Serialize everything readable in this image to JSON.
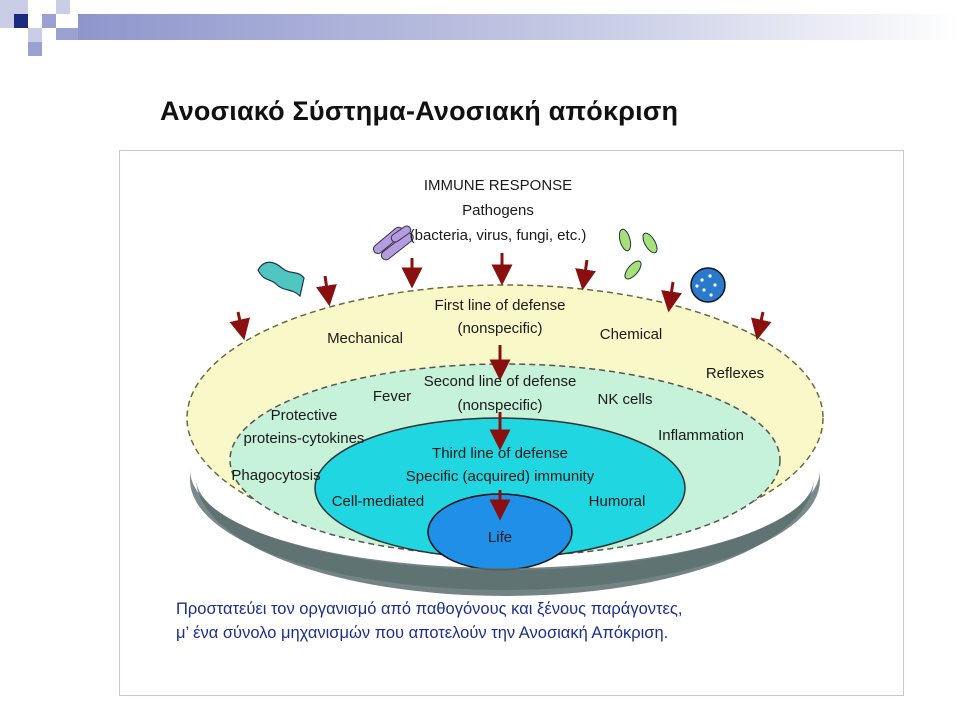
{
  "slide": {
    "title": "Ανοσιακό Σύστημα-Ανοσιακή απόκριση",
    "caption_lines": [
      "Προστατεύει τον οργανισμό από παθογόνους  και ξένους  παράγοντες,",
      "μ’ ένα σύνολο μηχανισμών που αποτελούν την  Ανοσιακή Απόκριση."
    ]
  },
  "diagram": {
    "header": "IMMUNE RESPONSE",
    "pathogens": "Pathogens",
    "pathogens_detail": "(bacteria, virus, fungi, etc.)",
    "first_line": "First line of defense",
    "first_line_note": "(nonspecific)",
    "mechanical": "Mechanical",
    "chemical": "Chemical",
    "reflexes": "Reflexes",
    "second_line": "Second line of defense",
    "second_line_note": "(nonspecific)",
    "fever": "Fever",
    "nk_cells": "NK cells",
    "protective_1": "Protective",
    "protective_2": "proteins-cytokines",
    "inflammation": "Inflammation",
    "phagocytosis": "Phagocytosis",
    "third_line": "Third line of defense",
    "third_line_note": "Specific (acquired) immunity",
    "cell_mediated": "Cell-mediated",
    "humoral": "Humoral",
    "life": "Life"
  },
  "colors": {
    "outer_zone": "#f8f8c8",
    "middle_zone": "#c6f2da",
    "inner_zone": "#20d6e0",
    "core": "#1f8fe8",
    "arrow": "#8a1010",
    "caption_text": "#1a2f8a",
    "corner_squares": [
      "#1a2a80",
      "#9aa2d2"
    ]
  },
  "icons": [
    "bacteria-icon",
    "virus-icon",
    "fungi-icon",
    "spiral-bacterium-icon"
  ]
}
